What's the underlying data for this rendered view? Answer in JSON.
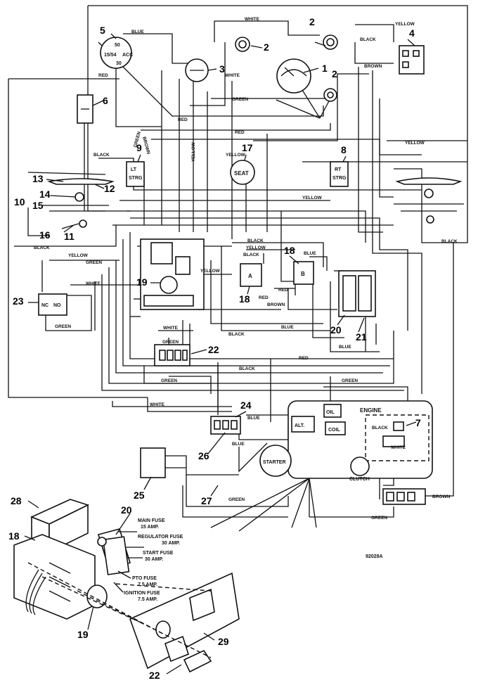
{
  "diagram_code": "92028A",
  "wire_colors": {
    "white": "WHITE",
    "yellow": "YELLOW",
    "black": "BLACK",
    "blue": "BLUE",
    "brown": "BROWN",
    "red": "RED",
    "green": "GREEN"
  },
  "callouts": {
    "n1": "1",
    "n2": "2",
    "n3": "3",
    "n4": "4",
    "n5": "5",
    "n6": "6",
    "n7": "7",
    "n8": "8",
    "n9": "9",
    "n10": "10",
    "n11": "11",
    "n12": "12",
    "n13": "13",
    "n14": "14",
    "n15": "15",
    "n16": "16",
    "n17": "17",
    "n18": "18",
    "n19": "19",
    "n20": "20",
    "n21": "21",
    "n22": "22",
    "n23": "23",
    "n24": "24",
    "n25": "25",
    "n26": "26",
    "n27": "27",
    "n28": "28",
    "n29": "29"
  },
  "components": {
    "ignition_terms": [
      "50",
      "15/54",
      "ACC",
      "30"
    ],
    "left_steer": [
      "LT",
      "STRG"
    ],
    "right_steer": [
      "RT",
      "STRG"
    ],
    "seat": "SEAT",
    "relay_a": "A",
    "relay_b": "B",
    "nc_no": [
      "NC",
      "NO"
    ],
    "engine": "ENGINE",
    "oil": "OIL",
    "coil": "COIL",
    "alt": "ALT.",
    "starter": "STARTER",
    "clutch": "CLUTCH"
  },
  "fuses": {
    "main": [
      "MAIN FUSE",
      "15 AMP."
    ],
    "regulator": [
      "REGULATOR FUSE",
      "30 AMP."
    ],
    "start": [
      "START FUSE",
      "30 AMP."
    ],
    "pto": [
      "PTO FUSE",
      "7.5 AMP."
    ],
    "ignition": [
      "IGNITION FUSE",
      "7.5 AMP."
    ]
  }
}
